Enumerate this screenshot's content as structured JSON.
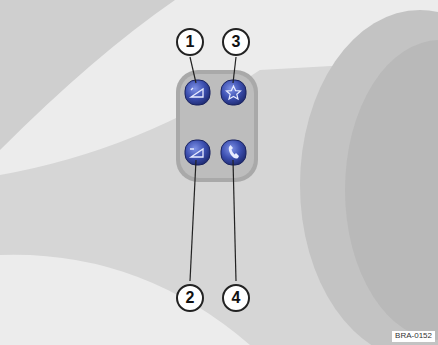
{
  "diagram": {
    "labels": [
      "1",
      "2",
      "3",
      "4",
      "BRA-0152"
    ]
  }
}
